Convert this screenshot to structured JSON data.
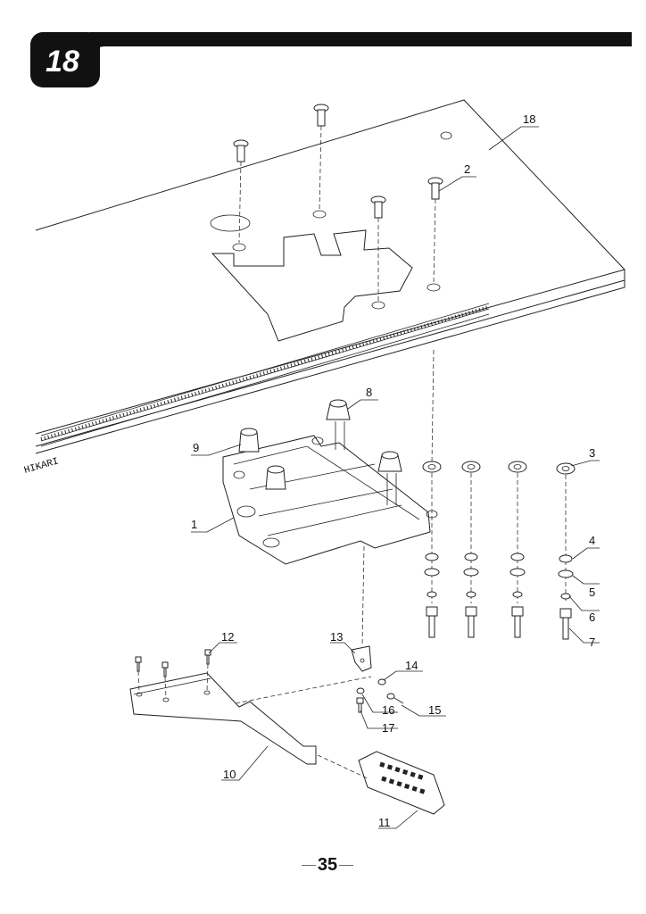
{
  "section_number": "18",
  "brand_mark": "HIKARI",
  "page_number": "35",
  "part_numbers": [
    "1",
    "2",
    "3",
    "4",
    "5",
    "6",
    "7",
    "8",
    "9",
    "10",
    "11",
    "12",
    "13",
    "14",
    "15",
    "16",
    "17",
    "18"
  ]
}
